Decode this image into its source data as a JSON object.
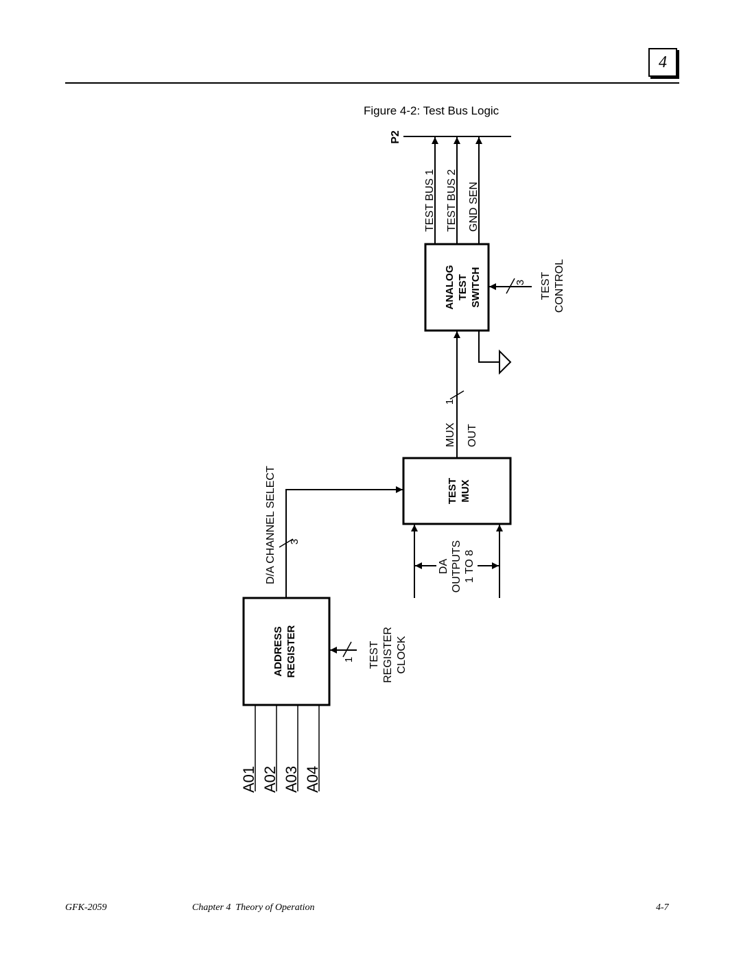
{
  "header": {
    "chapter_number": "4",
    "figure_title": "Figure 4-2: Test Bus Logic"
  },
  "footer": {
    "doc_id": "GFK-2059",
    "chapter": "Chapter 4  Theory of Operation",
    "page": "4-7"
  },
  "diagram": {
    "connector": "P2",
    "bus_lines": [
      "TEST BUS 1",
      "TEST BUS 2",
      "GND SEN"
    ],
    "analog_switch": [
      "ANALOG",
      "TEST",
      "SWITCH"
    ],
    "test_control": {
      "bits": "3",
      "lines": [
        "TEST",
        "CONTROL"
      ]
    },
    "mux_out": {
      "lines": [
        "MUX",
        "OUT"
      ],
      "bits": "1"
    },
    "test_mux": [
      "TEST",
      "MUX"
    ],
    "da_outputs": [
      "DA",
      "OUTPUTS",
      "1 TO 8"
    ],
    "channel_select": {
      "label": "D/A CHANNEL SELECT",
      "bits": "3"
    },
    "address_register": [
      "ADDRESS",
      "REGISTER"
    ],
    "register_clock": {
      "bits": "1",
      "lines": [
        "TEST",
        "REGISTER",
        "CLOCK"
      ]
    },
    "address_lines": [
      "A01",
      "A02",
      "A03",
      "A04"
    ]
  }
}
